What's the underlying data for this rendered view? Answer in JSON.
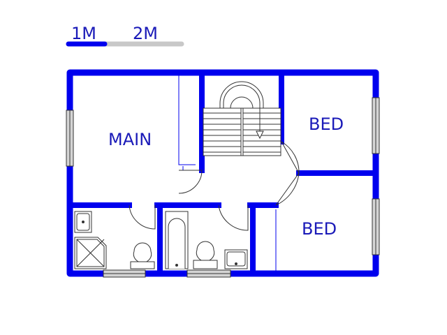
{
  "scale_bar": {
    "label_1": "1M",
    "label_2": "2M"
  },
  "rooms": {
    "main": "MAIN",
    "bed_1": "BED",
    "bed_2": "BED"
  },
  "colors": {
    "wall": "#0000ee",
    "text": "#1a1ab8",
    "fixture": "#333333",
    "window": "#d4d4d4",
    "scale_track": "#c8c8c8"
  }
}
